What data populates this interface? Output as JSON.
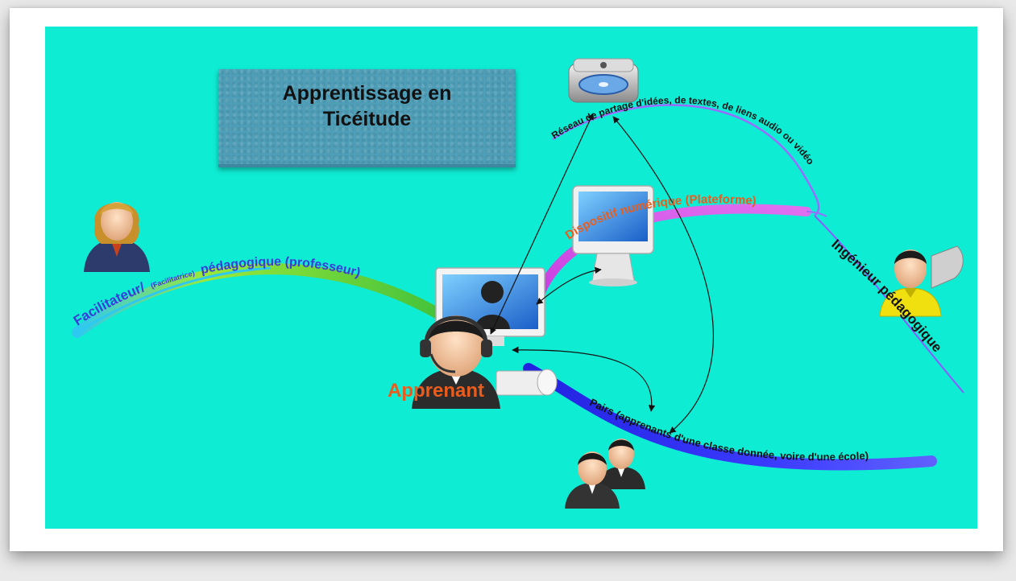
{
  "title": {
    "line1": "Apprentissage en",
    "line2": "Ticéitude"
  },
  "center": {
    "label": "Apprenant"
  },
  "branches": {
    "facilitateur": {
      "part1": "Facilitateur/",
      "part2": "(Facilitatrice)",
      "part3": "pédagogique (professeur)"
    },
    "reseau": "Réseau  de partage d'idées, de textes, de liens audio ou vidéo",
    "dispositif": "Dispositif numérique (Plateforme)",
    "ingenieur": "Ingénieur pédagogique",
    "pairs": "Pairs (apprenants d'une classe donnée, voire d'une école)"
  },
  "colors": {
    "background": "#0fecd4",
    "facilitateur_text": "#3b3bd8",
    "dispositif_text": "#e85d1e",
    "apprenant_text": "#e85d1e",
    "reseau_line": "#9b6bff",
    "dispositif_line": "#d255e6",
    "pairs_line": "#2f2ff0"
  },
  "icons": [
    "server-icon",
    "imac-icon",
    "teacher-avatar-icon",
    "learner-headset-icon",
    "engineer-avatar-icon",
    "peers-group-icon",
    "monitor-icon"
  ]
}
